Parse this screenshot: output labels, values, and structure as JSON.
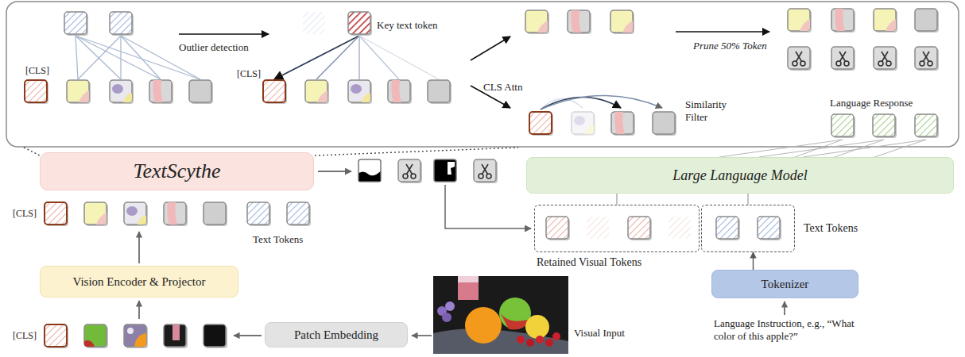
{
  "diagram": {
    "nodes": [
      {
        "text": [
          "TextScythe"
        ]
      },
      {
        "text": [
          "Large Language Model"
        ]
      },
      {
        "text": [
          "Retained Visual Tokens"
        ]
      },
      {
        "text": [
          "Text Tokens"
        ]
      },
      {
        "text": [
          "Vision Encoder & Projector"
        ]
      },
      {
        "text": [
          "Tokenizer"
        ]
      },
      {
        "text": [
          "Patch Embedding"
        ]
      }
    ],
    "edges": [
      {
        "from": 5,
        "to": 3,
        "arrow": "to"
      },
      {
        "from": 2,
        "to": 1,
        "arrow": "none"
      },
      {
        "from": 3,
        "to": 1,
        "arrow": "none"
      }
    ],
    "labels": [
      "Outlier detection",
      "[CLS]",
      "Key text token",
      "[CLS]",
      "CLS Attn",
      "Similarity Filter",
      "Prune 50% Token",
      "Language Response",
      "[CLS]",
      "Text Tokens",
      "[CLS]",
      "Visual Input",
      "Language Instruction, e.g., “What color of this apple?”"
    ]
  }
}
